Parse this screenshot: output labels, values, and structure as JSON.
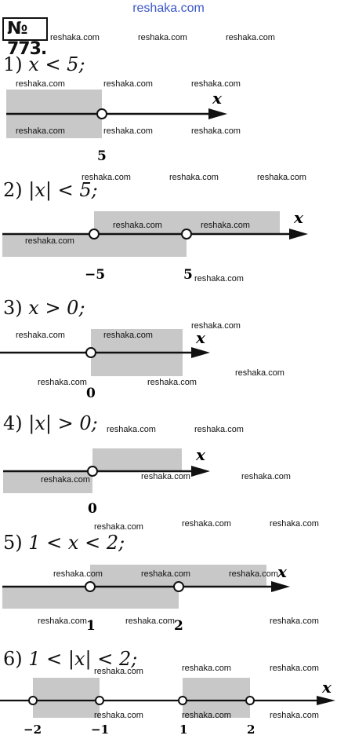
{
  "site": {
    "watermark": "reshaka.com"
  },
  "exercise": {
    "number": "№ 773."
  },
  "items": [
    {
      "label": "1)",
      "text": "x < 5;",
      "axis": "x",
      "ticks": [
        "5"
      ]
    },
    {
      "label": "2)",
      "text": "|x| < 5;",
      "axis": "x",
      "ticks": [
        "−5",
        "5"
      ]
    },
    {
      "label": "3)",
      "text": "x > 0;",
      "axis": "x",
      "ticks": [
        "0"
      ]
    },
    {
      "label": "4)",
      "text": "|x| > 0;",
      "axis": "x",
      "ticks": [
        "0"
      ]
    },
    {
      "label": "5)",
      "text": "1 < x < 2;",
      "axis": "x",
      "ticks": [
        "1",
        "2"
      ]
    },
    {
      "label": "6)",
      "text": "1 < |x| < 2;",
      "axis": "x",
      "ticks": [
        "−2",
        "−1",
        "1",
        "2"
      ]
    }
  ]
}
